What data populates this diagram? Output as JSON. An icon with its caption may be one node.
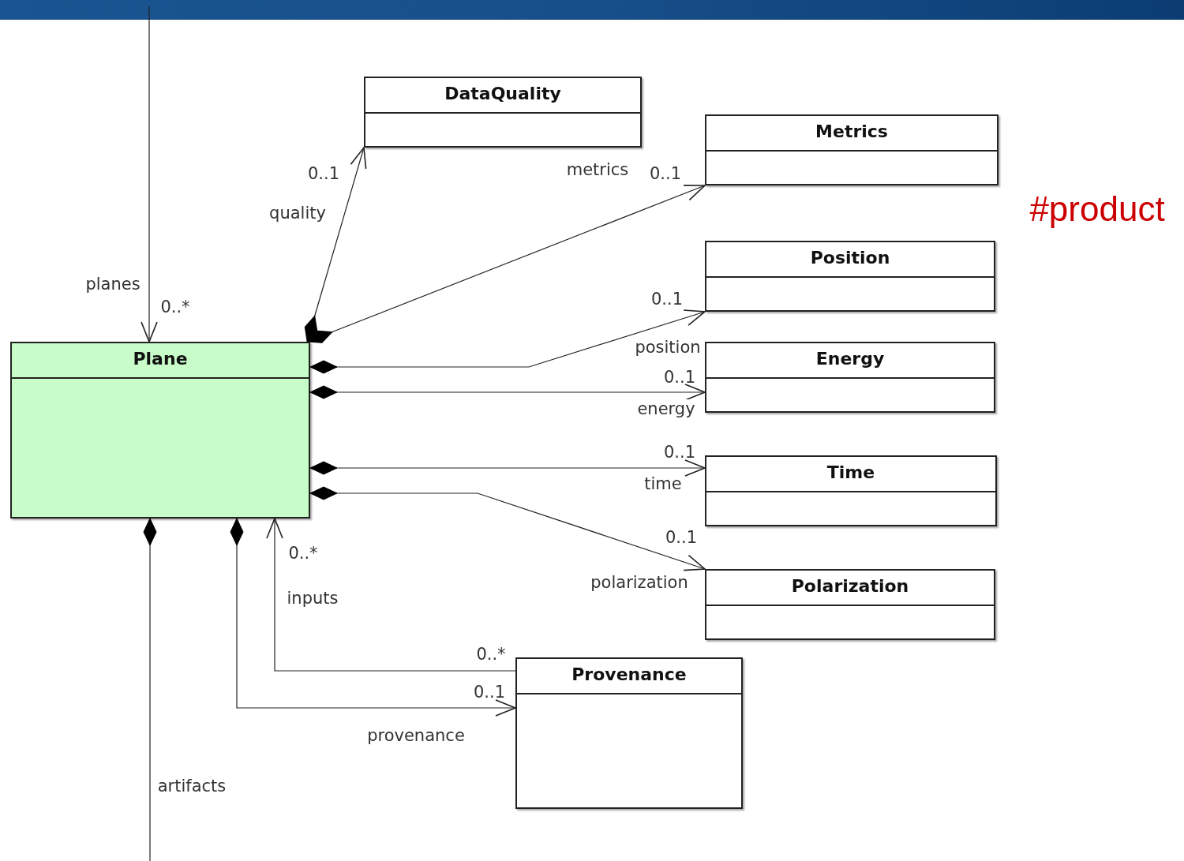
{
  "diagram": {
    "nodes": [
      {
        "text": [
          "Plane"
        ]
      },
      {
        "text": [
          "DataQuality"
        ]
      },
      {
        "text": [
          "Metrics"
        ]
      },
      {
        "text": [
          "Position"
        ]
      },
      {
        "text": [
          "Energy"
        ]
      },
      {
        "text": [
          "Time"
        ]
      },
      {
        "text": [
          "Polarization"
        ]
      },
      {
        "text": [
          "Provenance"
        ]
      }
    ],
    "edges": [
      {
        "from": null,
        "to": 0,
        "arrow": "to",
        "label": "planes"
      },
      {
        "from": 0,
        "to": 1,
        "arrow": "to",
        "label": "quality"
      },
      {
        "from": 0,
        "to": 2,
        "arrow": "to",
        "label": "metrics"
      },
      {
        "from": 0,
        "to": 3,
        "arrow": "to",
        "label": "position"
      },
      {
        "from": 0,
        "to": 4,
        "arrow": "to",
        "label": "energy"
      },
      {
        "from": 0,
        "to": 5,
        "arrow": "to",
        "label": "time"
      },
      {
        "from": 0,
        "to": 6,
        "arrow": "to",
        "label": "polarization"
      },
      {
        "from": 7,
        "to": 0,
        "arrow": "to",
        "label": "inputs"
      },
      {
        "from": 0,
        "to": 7,
        "arrow": "to",
        "label": "provenance"
      },
      {
        "from": 0,
        "to": null,
        "arrow": "other",
        "label": "artifacts"
      }
    ],
    "labels": [
      "0..1",
      "0..1",
      "0..*",
      "0..1",
      "#product",
      "0..1",
      "0..1",
      "0..1",
      "0..*",
      "0..*",
      "0..1"
    ]
  }
}
